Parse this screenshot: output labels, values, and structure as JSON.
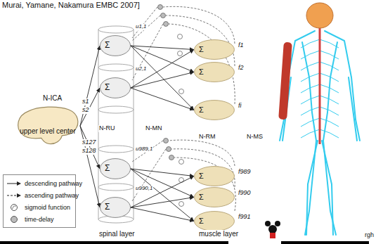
{
  "diagram": {
    "nodes": [
      {
        "text": [
          "upper level center"
        ]
      },
      {
        "text": [
          "Σ"
        ]
      },
      {
        "text": [
          "Σ"
        ]
      },
      {
        "text": [
          "Σ"
        ]
      },
      {
        "text": [
          "Σ"
        ]
      },
      {
        "text": [
          "Σ"
        ]
      },
      {
        "text": [
          "Σ"
        ]
      },
      {
        "text": [
          "Σ"
        ]
      },
      {
        "text": [
          "Σ"
        ]
      },
      {
        "text": [
          "Σ"
        ]
      },
      {
        "text": [
          "Σ"
        ]
      }
    ],
    "edges": [
      {
        "from": 0,
        "to": 1,
        "arrow": "to"
      },
      {
        "from": 0,
        "to": 2,
        "arrow": "to"
      },
      {
        "from": 0,
        "to": 3,
        "arrow": "to"
      },
      {
        "from": 0,
        "to": 4,
        "arrow": "to"
      },
      {
        "from": 1,
        "to": 5,
        "arrow": "to"
      },
      {
        "from": 1,
        "to": 6,
        "arrow": "to"
      },
      {
        "from": 1,
        "to": 7,
        "arrow": "to"
      },
      {
        "from": 2,
        "to": 5,
        "arrow": "to"
      },
      {
        "from": 2,
        "to": 6,
        "arrow": "to"
      },
      {
        "from": 2,
        "to": 7,
        "arrow": "to"
      },
      {
        "from": 3,
        "to": 8,
        "arrow": "to"
      },
      {
        "from": 3,
        "to": 9,
        "arrow": "to"
      },
      {
        "from": 3,
        "to": 10,
        "arrow": "to"
      },
      {
        "from": 4,
        "to": 8,
        "arrow": "to"
      },
      {
        "from": 4,
        "to": 9,
        "arrow": "to"
      },
      {
        "from": 4,
        "to": 10,
        "arrow": "to"
      }
    ],
    "labels": [
      "Murai, Yamane, Nakamura EMBC 2007]",
      "N-ICA",
      "s1",
      "s2",
      "s127",
      "s128",
      "N-RU",
      "N-MN",
      "N-RM",
      "N-MS",
      "u1,1",
      "u2,1",
      "u989,1",
      "u990,1",
      "f1",
      "f2",
      "fi",
      "f989",
      "f990",
      "f991",
      "spinal layer",
      "muscle layer",
      "rgh"
    ],
    "legend": [
      {
        "text": "descending pathway"
      },
      {
        "text": "ascending pathway"
      },
      {
        "text": "sigmoid function"
      },
      {
        "text": "time-delay"
      }
    ]
  }
}
